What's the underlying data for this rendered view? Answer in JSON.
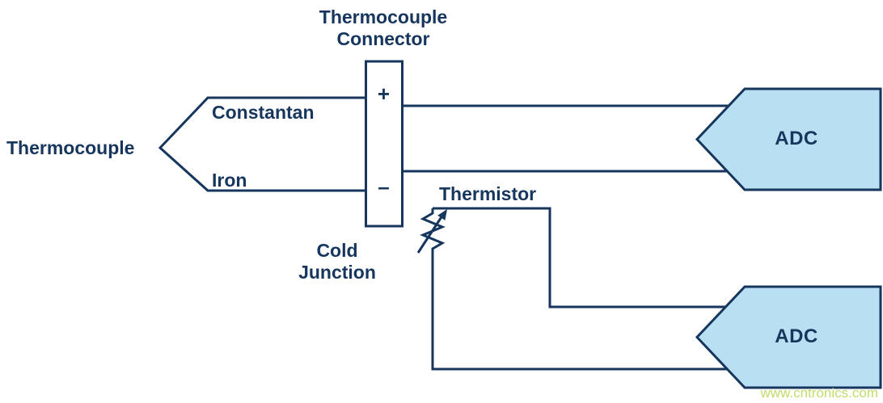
{
  "title": {
    "line1": "Thermocouple",
    "line2": "Connector"
  },
  "left_label": "Thermocouple",
  "wires": {
    "top": "Constantan",
    "bottom": "Iron"
  },
  "connector": {
    "plus": "+",
    "minus": "–"
  },
  "cold_junction": {
    "line1": "Cold",
    "line2": "Junction"
  },
  "thermistor_label": "Thermistor",
  "adc_top": {
    "label": "ADC"
  },
  "adc_bottom": {
    "label": "ADC"
  },
  "watermark": "www.cntronics.com",
  "colors": {
    "line": "#17365d",
    "text": "#17365d",
    "adc_fill": "#b9dff2",
    "background": "#ffffff",
    "watermark": "#a9d03c"
  }
}
